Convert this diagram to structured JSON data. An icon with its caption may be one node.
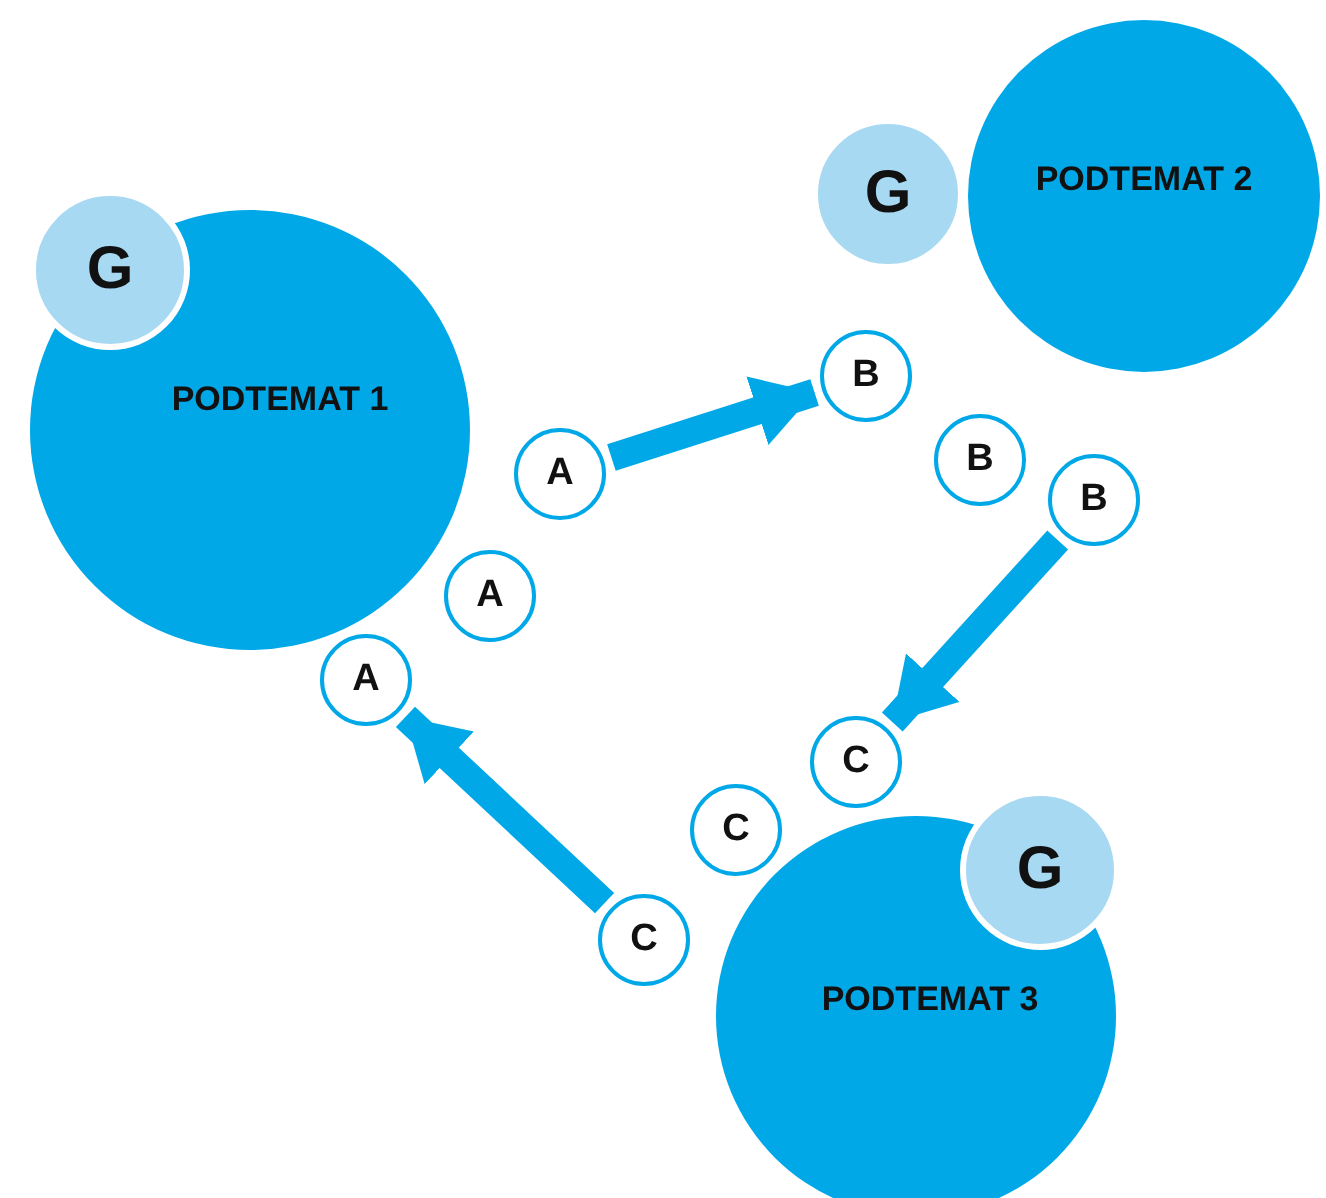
{
  "diagram": {
    "nodes": [
      {
        "text": [
          "PODTEMAT 1"
        ]
      },
      {
        "text": [
          "G"
        ]
      },
      {
        "text": [
          "PODTEMAT 2"
        ]
      },
      {
        "text": [
          "G"
        ]
      },
      {
        "text": [
          "PODTEMAT 3"
        ]
      },
      {
        "text": [
          "G"
        ]
      },
      {
        "text": [
          "A"
        ]
      },
      {
        "text": [
          "A"
        ]
      },
      {
        "text": [
          "A"
        ]
      },
      {
        "text": [
          "B"
        ]
      },
      {
        "text": [
          "B"
        ]
      },
      {
        "text": [
          "B"
        ]
      },
      {
        "text": [
          "C"
        ]
      },
      {
        "text": [
          "C"
        ]
      },
      {
        "text": [
          "C"
        ]
      }
    ],
    "edges": [
      {
        "from": 6,
        "to": 9,
        "arrow": "to"
      },
      {
        "from": 11,
        "to": 12,
        "arrow": "to"
      },
      {
        "from": 14,
        "to": 8,
        "arrow": "to"
      }
    ]
  }
}
